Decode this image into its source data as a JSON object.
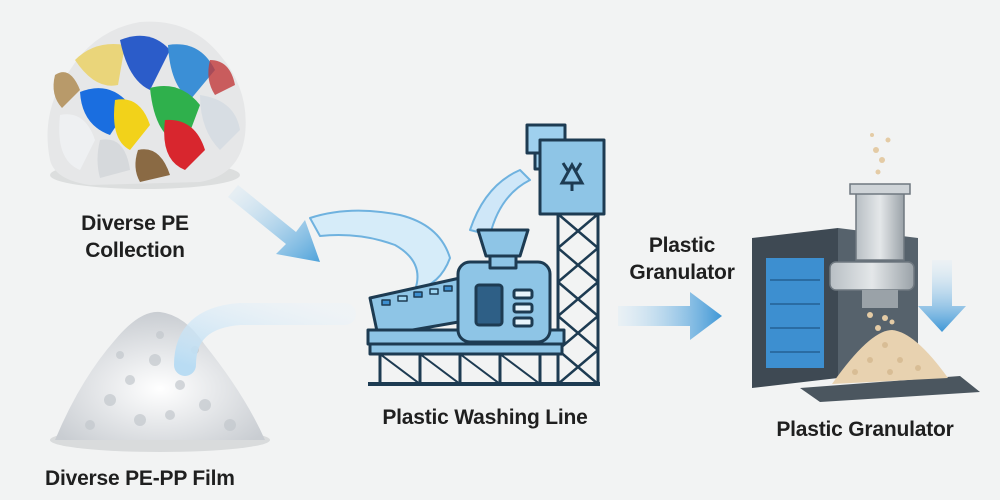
{
  "labels": {
    "pe_collection_line1": "Diverse PE",
    "pe_collection_line2": "Collection",
    "pe_pp_film": "Diverse PE-PP Film",
    "washing_line": "Plastic Washing Line",
    "flow_label_line1": "Plastic",
    "flow_label_line2": "Granulator",
    "granulator": "Plastic Granulator"
  },
  "icons": {
    "recycle": "recycle-icon"
  },
  "colors": {
    "background": "#f2f3f3",
    "machine_blue": "#8ec5e6",
    "machine_outline": "#1d3b52",
    "arrow_blue": "#5aa9dc",
    "water_light": "#cfe8f8",
    "granulator_body": "#44505a",
    "granulator_panel": "#3d8fd0",
    "pellets": "#e9d3b3"
  }
}
